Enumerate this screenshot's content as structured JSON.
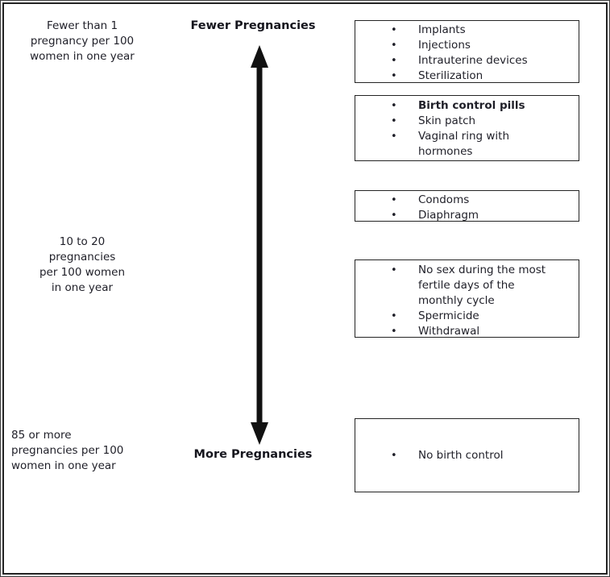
{
  "axis": {
    "top_label": "Fewer Pregnancies",
    "bottom_label": "More Pregnancies",
    "arrow_style": "double-headed-vertical"
  },
  "bullet_glyph": "•",
  "rate_labels": [
    {
      "id": "fewer-than-1",
      "lines": [
        "Fewer than 1",
        "pregnancy per 100",
        "women in one year"
      ]
    },
    {
      "id": "10-to-20",
      "lines": [
        "10 to 20",
        "pregnancies",
        "per 100 women",
        "in one year"
      ]
    },
    {
      "id": "85-or-more",
      "lines": [
        "85 or more",
        "pregnancies per 100",
        "women in one year"
      ]
    }
  ],
  "method_boxes": [
    {
      "id": "most-effective",
      "items": [
        {
          "lines": [
            "Implants"
          ]
        },
        {
          "lines": [
            "Injections"
          ]
        },
        {
          "lines": [
            "Intrauterine devices"
          ]
        },
        {
          "lines": [
            "Sterilization"
          ]
        }
      ]
    },
    {
      "id": "hormonal",
      "items": [
        {
          "lines": [
            "Birth control pills"
          ],
          "bold": true
        },
        {
          "lines": [
            "Skin patch"
          ]
        },
        {
          "lines": [
            "Vaginal ring with",
            "hormones"
          ]
        }
      ]
    },
    {
      "id": "barrier",
      "items": [
        {
          "lines": [
            "Condoms"
          ]
        },
        {
          "lines": [
            "Diaphragm"
          ]
        }
      ]
    },
    {
      "id": "behavioral",
      "items": [
        {
          "lines": [
            "No sex during the most",
            "fertile days of the",
            "monthly cycle"
          ]
        },
        {
          "lines": [
            "Spermicide"
          ]
        },
        {
          "lines": [
            "Withdrawal"
          ]
        }
      ]
    },
    {
      "id": "no-birth-control",
      "items": [
        {
          "lines": [
            "No birth control"
          ]
        }
      ]
    }
  ],
  "colors": {
    "text": "#1f1f28",
    "border": "#242424",
    "arrow": "#111111",
    "background": "#ffffff"
  }
}
